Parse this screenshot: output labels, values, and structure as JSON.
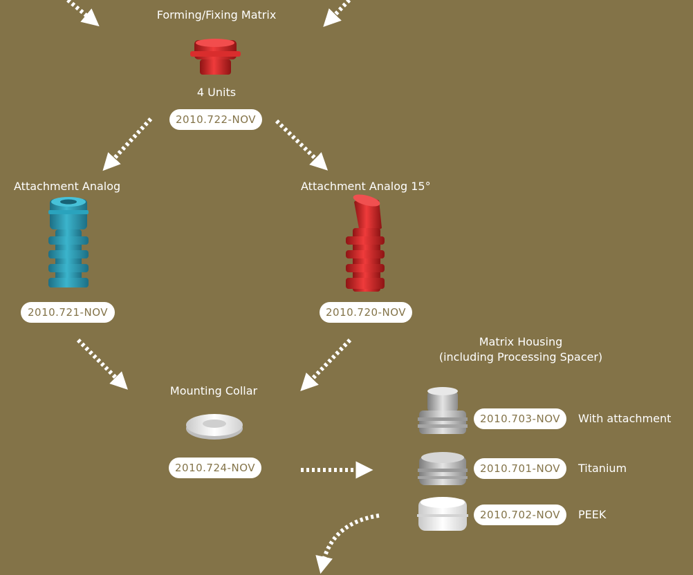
{
  "colors": {
    "background": "#837348",
    "label_text": "#ffffff",
    "pill_fill": "#ffffff",
    "pill_text": "#837348",
    "arrow": "#ffffff",
    "matrix_red": "#e02a2a",
    "analog_teal": "#2a9bb3",
    "analog15_red": "#cc2424",
    "collar_white": "#e7e7e7",
    "titanium_silver": "#b5b5b5",
    "peek_white": "#ececec"
  },
  "forming_matrix": {
    "title": "Forming/Fixing Matrix",
    "units": "4 Units",
    "code": "2010.722-NOV",
    "icon": "forming-matrix-icon"
  },
  "attachment_analog": {
    "title": "Attachment Analog",
    "code": "2010.721-NOV",
    "icon": "attachment-analog-icon"
  },
  "attachment_analog_15": {
    "title": "Attachment Analog 15°",
    "code": "2010.720-NOV",
    "icon": "attachment-analog-15-icon"
  },
  "mounting_collar": {
    "title": "Mounting Collar",
    "code": "2010.724-NOV",
    "icon": "mounting-collar-icon"
  },
  "matrix_housing": {
    "title": "Matrix Housing",
    "subtitle": "(including Processing Spacer)",
    "variants": [
      {
        "code": "2010.703-NOV",
        "label": "With attachment",
        "icon": "housing-with-attachment-icon"
      },
      {
        "code": "2010.701-NOV",
        "label": "Titanium",
        "icon": "housing-titanium-icon"
      },
      {
        "code": "2010.702-NOV",
        "label": "PEEK",
        "icon": "housing-peek-icon"
      }
    ]
  }
}
